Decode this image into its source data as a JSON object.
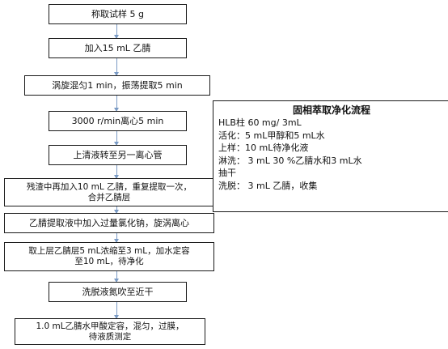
{
  "flow_steps": [
    "称取试样 5 g",
    "加入15 mL 乙腈",
    "涡旋混匀1 min，振荡提取5 min",
    "3000 r/min离心5 min",
    "上清液转至另一离心管",
    "残渣中再加入10 mL 乙腈，重复提取一次，\n合并乙腈层",
    "乙腈提取液中加入过量氯化钠，旋涡离心",
    "取上层乙腈层5 mL浓缩至3 mL，加水定容\n至10 mL，待净化",
    "洗脱液氮吹至近干",
    "1.0 mL乙腈水甲酸定容，混匀，过膜，\n待液质测定"
  ],
  "spe_panel": {
    "title": "固相萃取净化流程",
    "lines": [
      "HLB柱 60 mg/ 3mL",
      "活化：5 mL甲醇和5 mL水",
      "上样：10 mL待净化液",
      "淋洗： 3 mL 30 %乙腈水和3 mL水",
      "抽干",
      "洗脱： 3 mL 乙腈，收集"
    ]
  },
  "colors": {
    "box_border": "#1a1a1a",
    "arrow": "#7a9ac4"
  }
}
